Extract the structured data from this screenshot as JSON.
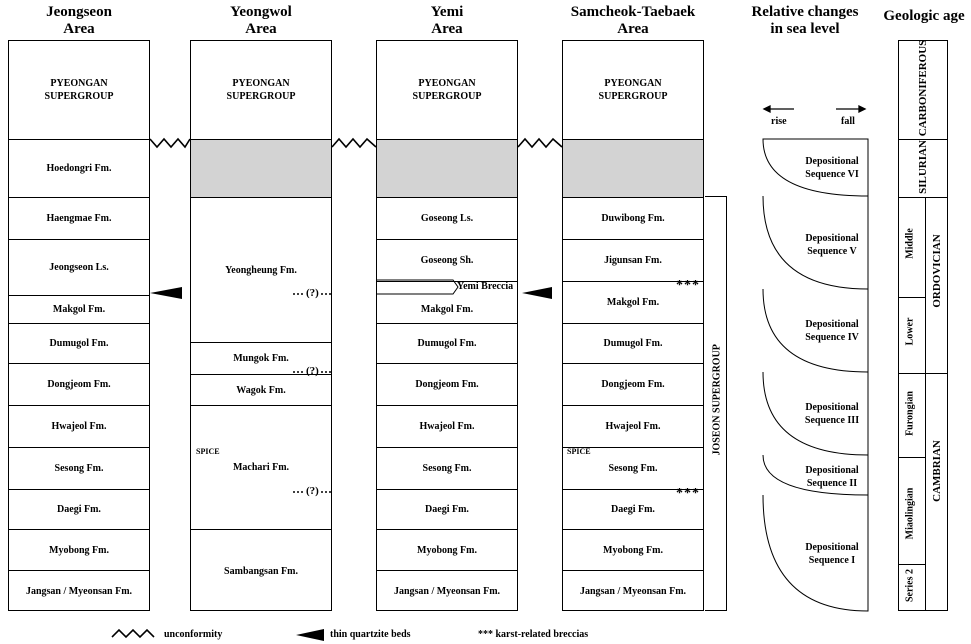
{
  "headers": {
    "jeongseon": "Jeongseon\nArea",
    "yeongwol": "Yeongwol\nArea",
    "yemi": "Yemi\nArea",
    "samcheok": "Samcheok-Taebaek\nArea",
    "sealevel": "Relative changes\nin sea level",
    "geoage": "Geologic age"
  },
  "pyeongan": "PYEONGAN\nSUPERGROUP",
  "jeongseon": [
    "Hoedongri Fm.",
    "Haengmae Fm.",
    "Jeongseon Ls.",
    "Makgol  Fm.",
    "Dumugol  Fm.",
    "Dongjeom  Fm.",
    "Hwajeol  Fm.",
    "Sesong  Fm.",
    "Daegi  Fm.",
    "Myobong  Fm.",
    "Jangsan / Myeonsan  Fm."
  ],
  "yeongwol": {
    "yeongheung": "Yeongheung Fm.",
    "mungok": "Mungok Fm.",
    "wagok": "Wagok Fm.",
    "machari": "Machari Fm.",
    "sambangsan": "Sambangsan Fm.",
    "spice": "SPICE",
    "query": "(?)"
  },
  "yemi": [
    "Goseong Ls.",
    "Goseong Sh.",
    "Makgol  Fm.",
    "Dumugol  Fm.",
    "Dongjeom  Fm.",
    "Hwajeol  Fm.",
    "Sesong  Fm.",
    "Daegi  Fm.",
    "Myobong  Fm.",
    "Jangsan / Myeonsan  Fm."
  ],
  "yemi_breccia": "Yemi Breccia",
  "samcheok": [
    "Duwibong Fm.",
    "Jigunsan  Fm.",
    "Makgol  Fm.",
    "Dumugol  Fm.",
    "Dongjeom  Fm.",
    "Hwajeol  Fm.",
    "Sesong  Fm.",
    "Daegi  Fm.",
    "Myobong  Fm.",
    "Jangsan / Myeonsan  Fm."
  ],
  "samcheok_spice": "SPICE",
  "karst": "***",
  "joseon": "JOSEON SUPERGROUP",
  "sealevel": {
    "rise": "rise",
    "fall": "fall",
    "sequences": [
      "Depositional\nSequence VI",
      "Depositional\nSequence V",
      "Depositional\nSequence IV",
      "Depositional\nSequence III",
      "Depositional\nSequence II",
      "Depositional\nSequence I"
    ]
  },
  "geoage": {
    "carboniferous": "CARBONIFEROUS",
    "silurian": "SILURIAN",
    "ordovician": "ORDOVICIAN",
    "cambrian": "CAMBRIAN",
    "middle": "Middle",
    "lower": "Lower",
    "furongian": "Furongian",
    "miaolingian": "Miaolingian",
    "series2": "Series 2"
  },
  "legend": {
    "unconformity": "unconformity",
    "quartzite": "thin quartzite beds",
    "karst": "*** karst-related breccias"
  }
}
